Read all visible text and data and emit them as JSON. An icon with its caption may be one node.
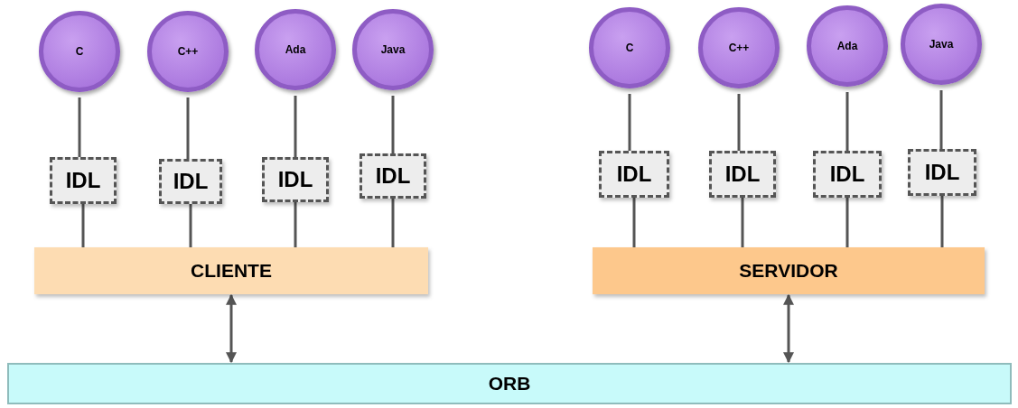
{
  "diagram": {
    "nodes": [
      {
        "text": [
          "C"
        ]
      },
      {
        "text": [
          "C++"
        ]
      },
      {
        "text": [
          "Ada"
        ]
      },
      {
        "text": [
          "Java"
        ]
      },
      {
        "text": [
          "C"
        ]
      },
      {
        "text": [
          "C++"
        ]
      },
      {
        "text": [
          "Ada"
        ]
      },
      {
        "text": [
          "Java"
        ]
      },
      {
        "text": [
          "IDL"
        ]
      },
      {
        "text": [
          "IDL"
        ]
      },
      {
        "text": [
          "IDL"
        ]
      },
      {
        "text": [
          "IDL"
        ]
      },
      {
        "text": [
          "IDL"
        ]
      },
      {
        "text": [
          "IDL"
        ]
      },
      {
        "text": [
          "IDL"
        ]
      },
      {
        "text": [
          "IDL"
        ]
      },
      {
        "text": [
          "CLIENTE"
        ]
      },
      {
        "text": [
          "SERVIDOR"
        ]
      },
      {
        "text": [
          "ORB"
        ]
      }
    ],
    "edges": [
      {
        "from": 0,
        "to": 8,
        "arrow": "none"
      },
      {
        "from": 1,
        "to": 9,
        "arrow": "none"
      },
      {
        "from": 2,
        "to": 10,
        "arrow": "none"
      },
      {
        "from": 3,
        "to": 11,
        "arrow": "none"
      },
      {
        "from": 4,
        "to": 12,
        "arrow": "none"
      },
      {
        "from": 5,
        "to": 13,
        "arrow": "none"
      },
      {
        "from": 6,
        "to": 14,
        "arrow": "none"
      },
      {
        "from": 7,
        "to": 15,
        "arrow": "none"
      },
      {
        "from": 8,
        "to": 16,
        "arrow": "none"
      },
      {
        "from": 9,
        "to": 16,
        "arrow": "none"
      },
      {
        "from": 10,
        "to": 16,
        "arrow": "none"
      },
      {
        "from": 11,
        "to": 16,
        "arrow": "none"
      },
      {
        "from": 12,
        "to": 17,
        "arrow": "none"
      },
      {
        "from": 13,
        "to": 17,
        "arrow": "none"
      },
      {
        "from": 14,
        "to": 17,
        "arrow": "none"
      },
      {
        "from": 15,
        "to": 17,
        "arrow": "none"
      },
      {
        "from": 16,
        "to": 18,
        "arrow": "both"
      },
      {
        "from": 17,
        "to": 18,
        "arrow": "both"
      }
    ]
  }
}
